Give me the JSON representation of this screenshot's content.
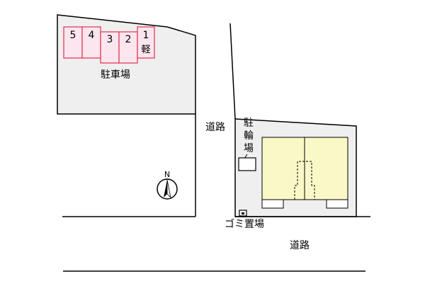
{
  "parking": {
    "label": "駐車場",
    "spaces": [
      "5",
      "4",
      "3",
      "2",
      "1"
    ],
    "kei_label": "軽"
  },
  "bicycle_parking": {
    "chars": [
      "駐",
      "輪",
      "場"
    ]
  },
  "garbage": {
    "label": "ゴミ置場"
  },
  "roads": {
    "road_left_label": "道路",
    "road_bottom_label": "道路"
  },
  "compass": {
    "north_label": "N"
  },
  "colors": {
    "lot_fill": "#efefef",
    "building_fill": "#fbf8c8",
    "space_fill": "#fbe6ef",
    "space_stroke": "#e0304b",
    "outline": "#000000"
  }
}
